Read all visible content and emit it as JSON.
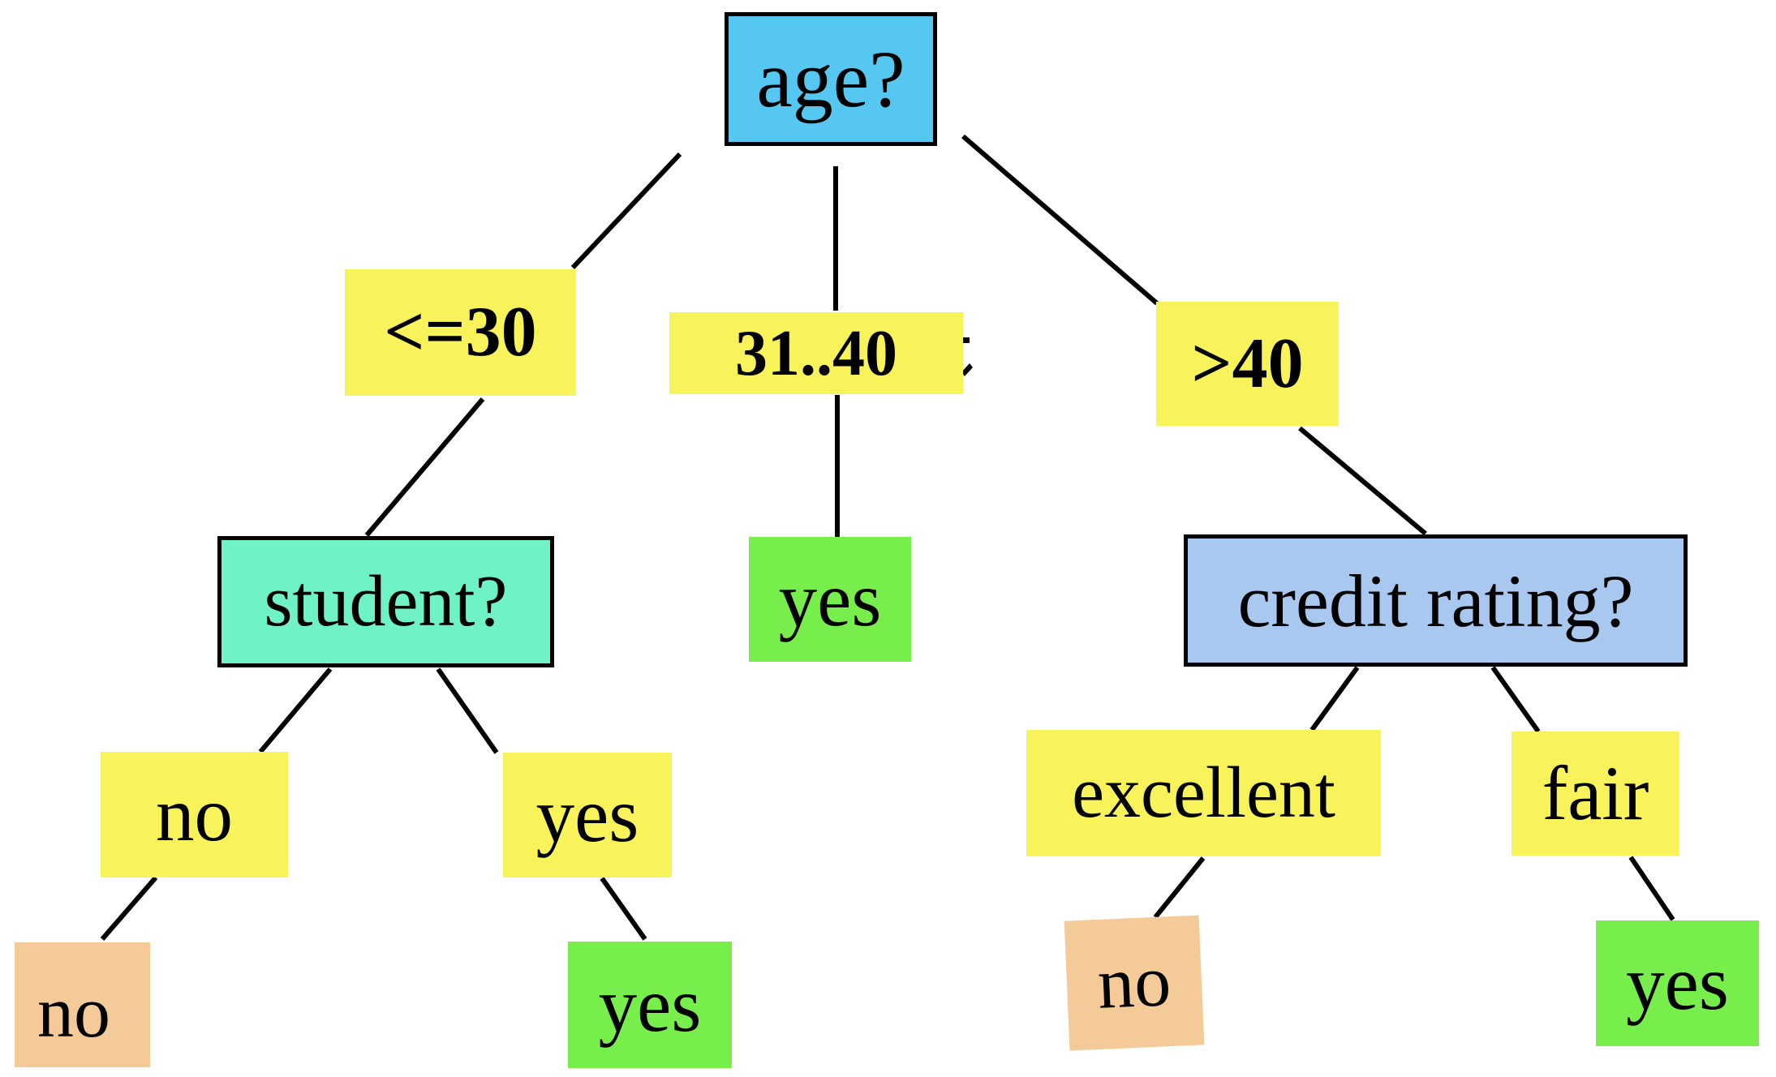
{
  "colors": {
    "background": "#FFFFFF",
    "root_decision_node": "#55C7F0",
    "student_decision_node": "#6FF2C6",
    "credit_decision_node": "#A8C8F0",
    "branch_label_highlight": "#F8F35A",
    "leaf_yes": "#77EE4B",
    "leaf_no": "#F4CA98",
    "edge": "#000000",
    "text": "#000000"
  },
  "tree": {
    "root": {
      "label": "age?",
      "branches": [
        {
          "condition": "<=30",
          "child": {
            "label": "student?",
            "branches": [
              {
                "condition": "no",
                "child": {
                  "label": "no"
                }
              },
              {
                "condition": "yes",
                "child": {
                  "label": "yes"
                }
              }
            ]
          }
        },
        {
          "condition": "31..40",
          "child": {
            "label": "yes"
          }
        },
        {
          "condition": ">40",
          "child": {
            "label": "credit rating?",
            "branches": [
              {
                "condition": "excellent",
                "child": {
                  "label": "no"
                }
              },
              {
                "condition": "fair",
                "child": {
                  "label": "yes"
                }
              }
            ]
          }
        }
      ]
    }
  }
}
